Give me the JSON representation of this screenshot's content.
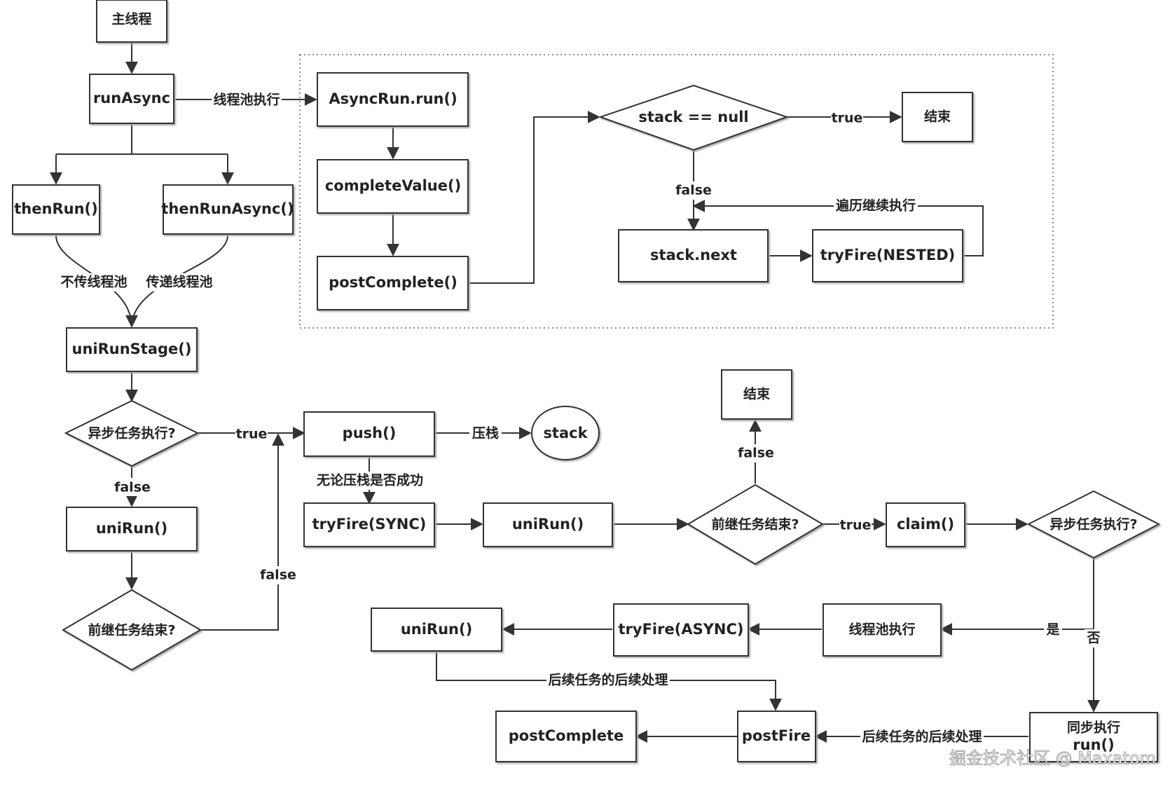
{
  "nodes": {
    "main_thread": "主线程",
    "run_async": "runAsync",
    "then_run": "thenRun()",
    "then_run_async": "thenRunAsync()",
    "uni_run_stage": "uniRunStage()",
    "async_check_1": "异步任务执行?",
    "uni_run_1": "uniRun()",
    "pred_done_1": "前继任务结束?",
    "async_run_run": "AsyncRun.run()",
    "complete_value": "completeValue()",
    "post_complete_1": "postComplete()",
    "stack_null": "stack == null",
    "end_1": "结束",
    "stack_next": "stack.next",
    "try_fire_nested": "tryFire(NESTED)",
    "push": "push()",
    "stack": "stack",
    "try_fire_sync": "tryFire(SYNC)",
    "uni_run_2": "uniRun()",
    "pred_done_2": "前继任务结束?",
    "end_2": "结束",
    "claim": "claim()",
    "async_check_2": "异步任务执行?",
    "pool_exec": "线程池执行",
    "try_fire_async": "tryFire(ASYNC)",
    "uni_run_3": "uniRun()",
    "sync_exec": "同步执行",
    "sync_run": "run()",
    "post_fire": "postFire",
    "post_complete_2": "postComplete"
  },
  "edge_labels": {
    "pool_exec": "线程池执行",
    "no_pool": "不传线程池",
    "pass_pool": "传递线程池",
    "true_1": "true",
    "false_1": "false",
    "false_2": "false",
    "true_2": "true",
    "false_3": "false",
    "traverse": "遍历继续执行",
    "push_stack": "压栈",
    "regardless": "无论压栈是否成功",
    "true_3": "true",
    "false_4": "false",
    "yes": "是",
    "no": "否",
    "followup_1": "后续任务的后续处理",
    "followup_2": "后续任务的后续处理"
  },
  "watermark": "掘金技术社区 @ Maxatom"
}
